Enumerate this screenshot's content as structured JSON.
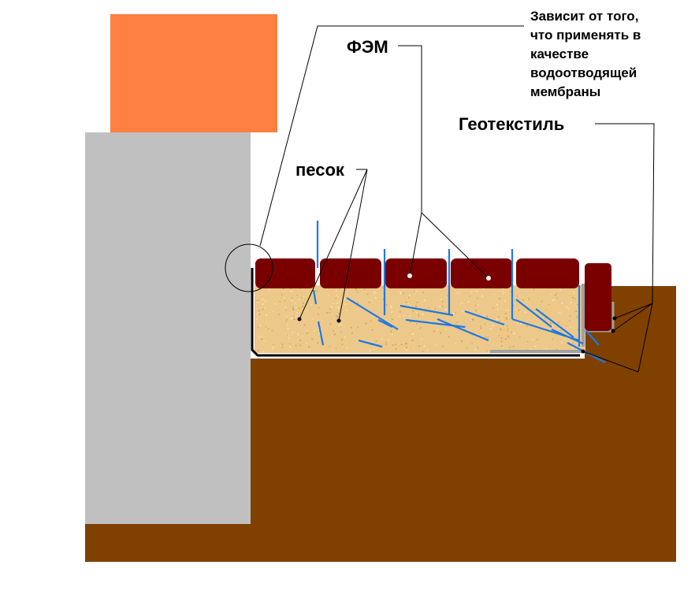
{
  "labels": {
    "fem": "ФЭМ",
    "sand": "песок",
    "geotextile": "Геотекстиль",
    "note_lines": [
      "Зависит от того,",
      "что применять в",
      "качестве",
      "водоотводящей",
      "мембраны"
    ]
  },
  "colors": {
    "background": "#ffffff",
    "wall": "#c0c0c0",
    "orange_block": "#ff8040",
    "soil": "#804000",
    "sand": "#ecc98a",
    "paving_block": "#7a0000",
    "membrane_line": "#000000",
    "drain_fibers": "#1e78e6",
    "geotextile_strip": "#a0a0a0"
  }
}
